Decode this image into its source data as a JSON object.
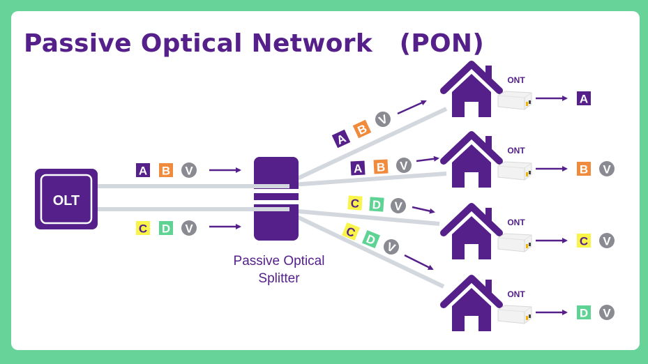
{
  "title": "Passive Optical Network   (PON)",
  "colors": {
    "background": "#67d398",
    "purple": "#55208a",
    "orange": "#f08a3c",
    "yellow": "#f9f44a",
    "green": "#5fd394",
    "grey": "#8a8a92",
    "fiber": "#d3d7de"
  },
  "olt": {
    "label": "OLT"
  },
  "splitter": {
    "label_line1": "Passive Optical",
    "label_line2": "Splitter"
  },
  "signals": {
    "A": "A",
    "B": "B",
    "C": "C",
    "D": "D",
    "V": "V"
  },
  "ont_label": "ONT",
  "homes": [
    {
      "name": "home-1",
      "ont": "ONT",
      "output": [
        "A"
      ]
    },
    {
      "name": "home-2",
      "ont": "ONT",
      "output": [
        "B",
        "V"
      ]
    },
    {
      "name": "home-3",
      "ont": "ONT",
      "output": [
        "C",
        "V"
      ]
    },
    {
      "name": "home-4",
      "ont": "ONT",
      "output": [
        "D",
        "V"
      ]
    }
  ],
  "icons": {
    "home": "house-icon",
    "ont": "ont-device-icon",
    "arrow": "arrow-right-icon"
  }
}
